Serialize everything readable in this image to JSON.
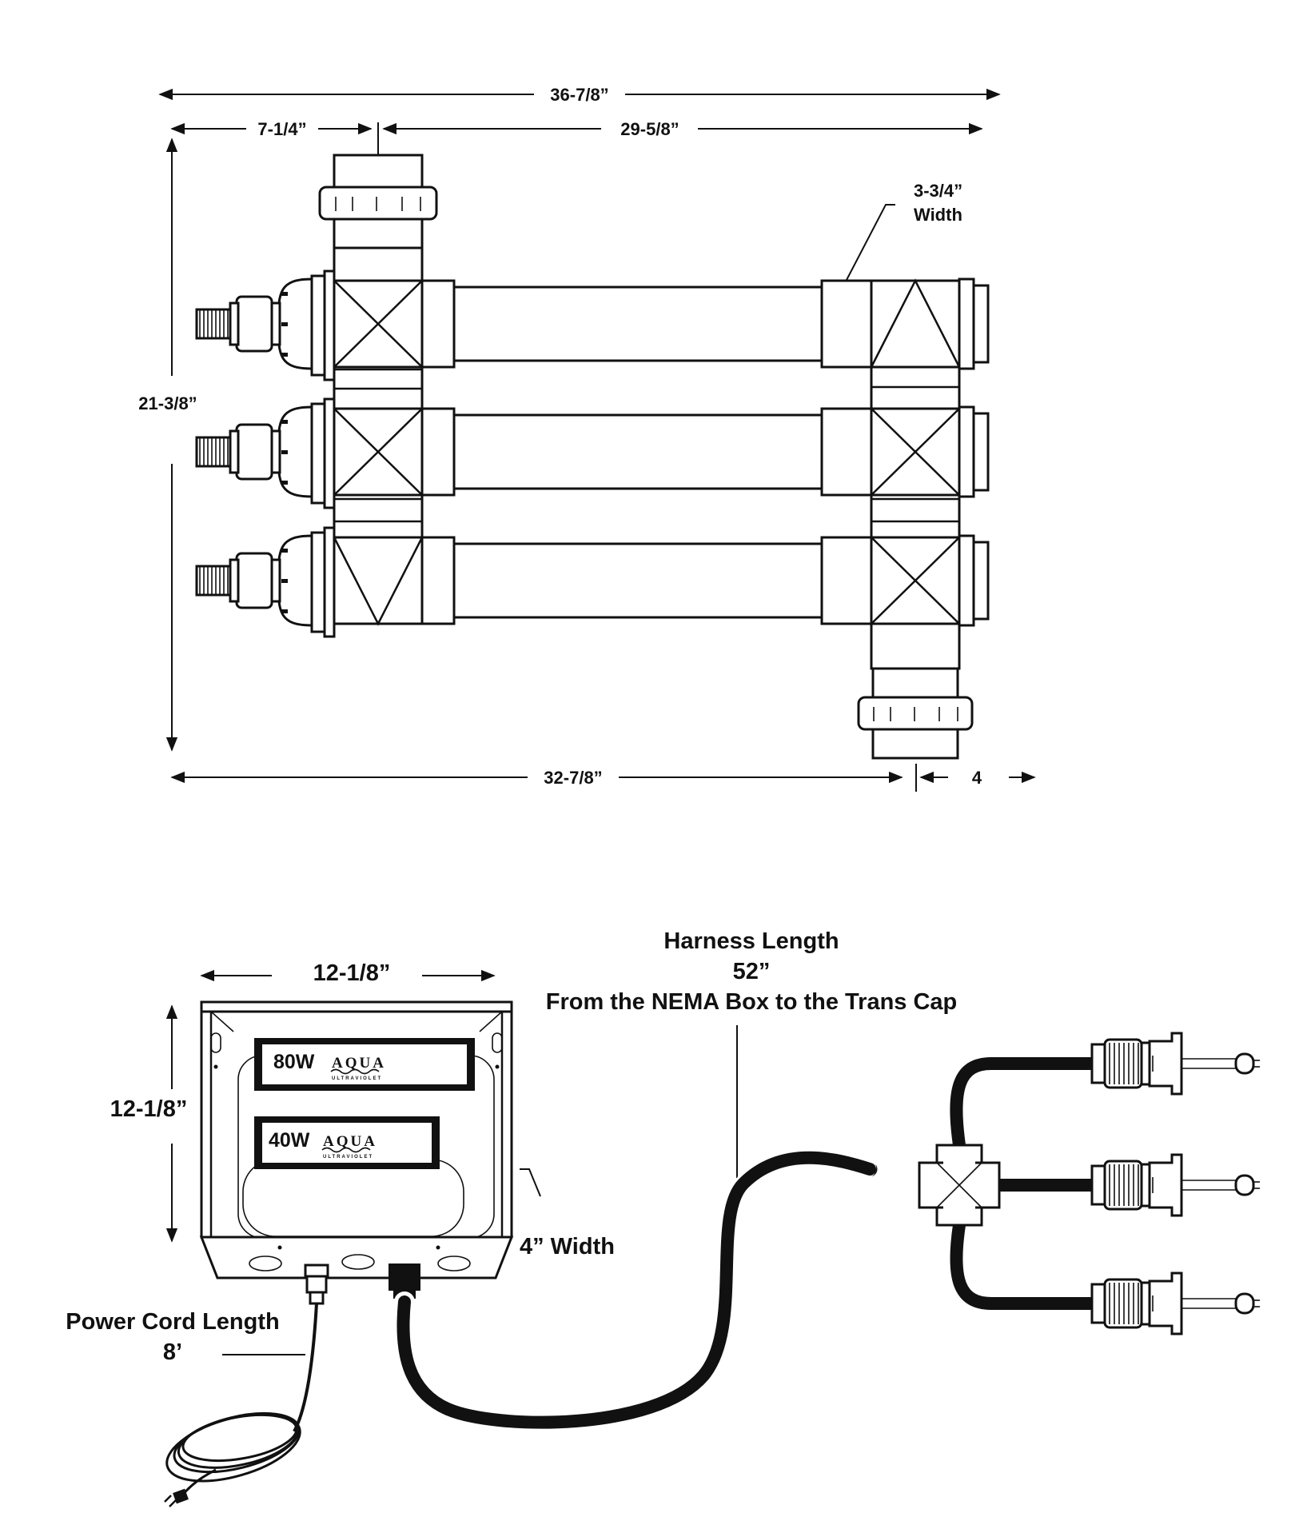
{
  "top_drawing": {
    "overall_width": "36-7/8”",
    "offset_left": "7-1/4”",
    "chamber_length": "29-5/8”",
    "tee_width": "3-3/4”",
    "tee_width_label": "Width",
    "overall_height": "21-3/8”",
    "bottom_width": "32-7/8”",
    "bottom_offset": "4"
  },
  "bottom_drawing": {
    "box_width": "12-1/8”",
    "box_height": "12-1/8”",
    "box_depth": "4” Width",
    "harness_title": "Harness Length",
    "harness_length": "52”",
    "harness_note": "From the NEMA Box to the Trans Cap",
    "power_cord_title": "Power Cord Length",
    "power_cord_length": "8’",
    "ballast_1_wattage": "80W",
    "ballast_2_wattage": "40W",
    "brand": "AQUA",
    "brand_sub": "ULTRAVIOLET"
  }
}
